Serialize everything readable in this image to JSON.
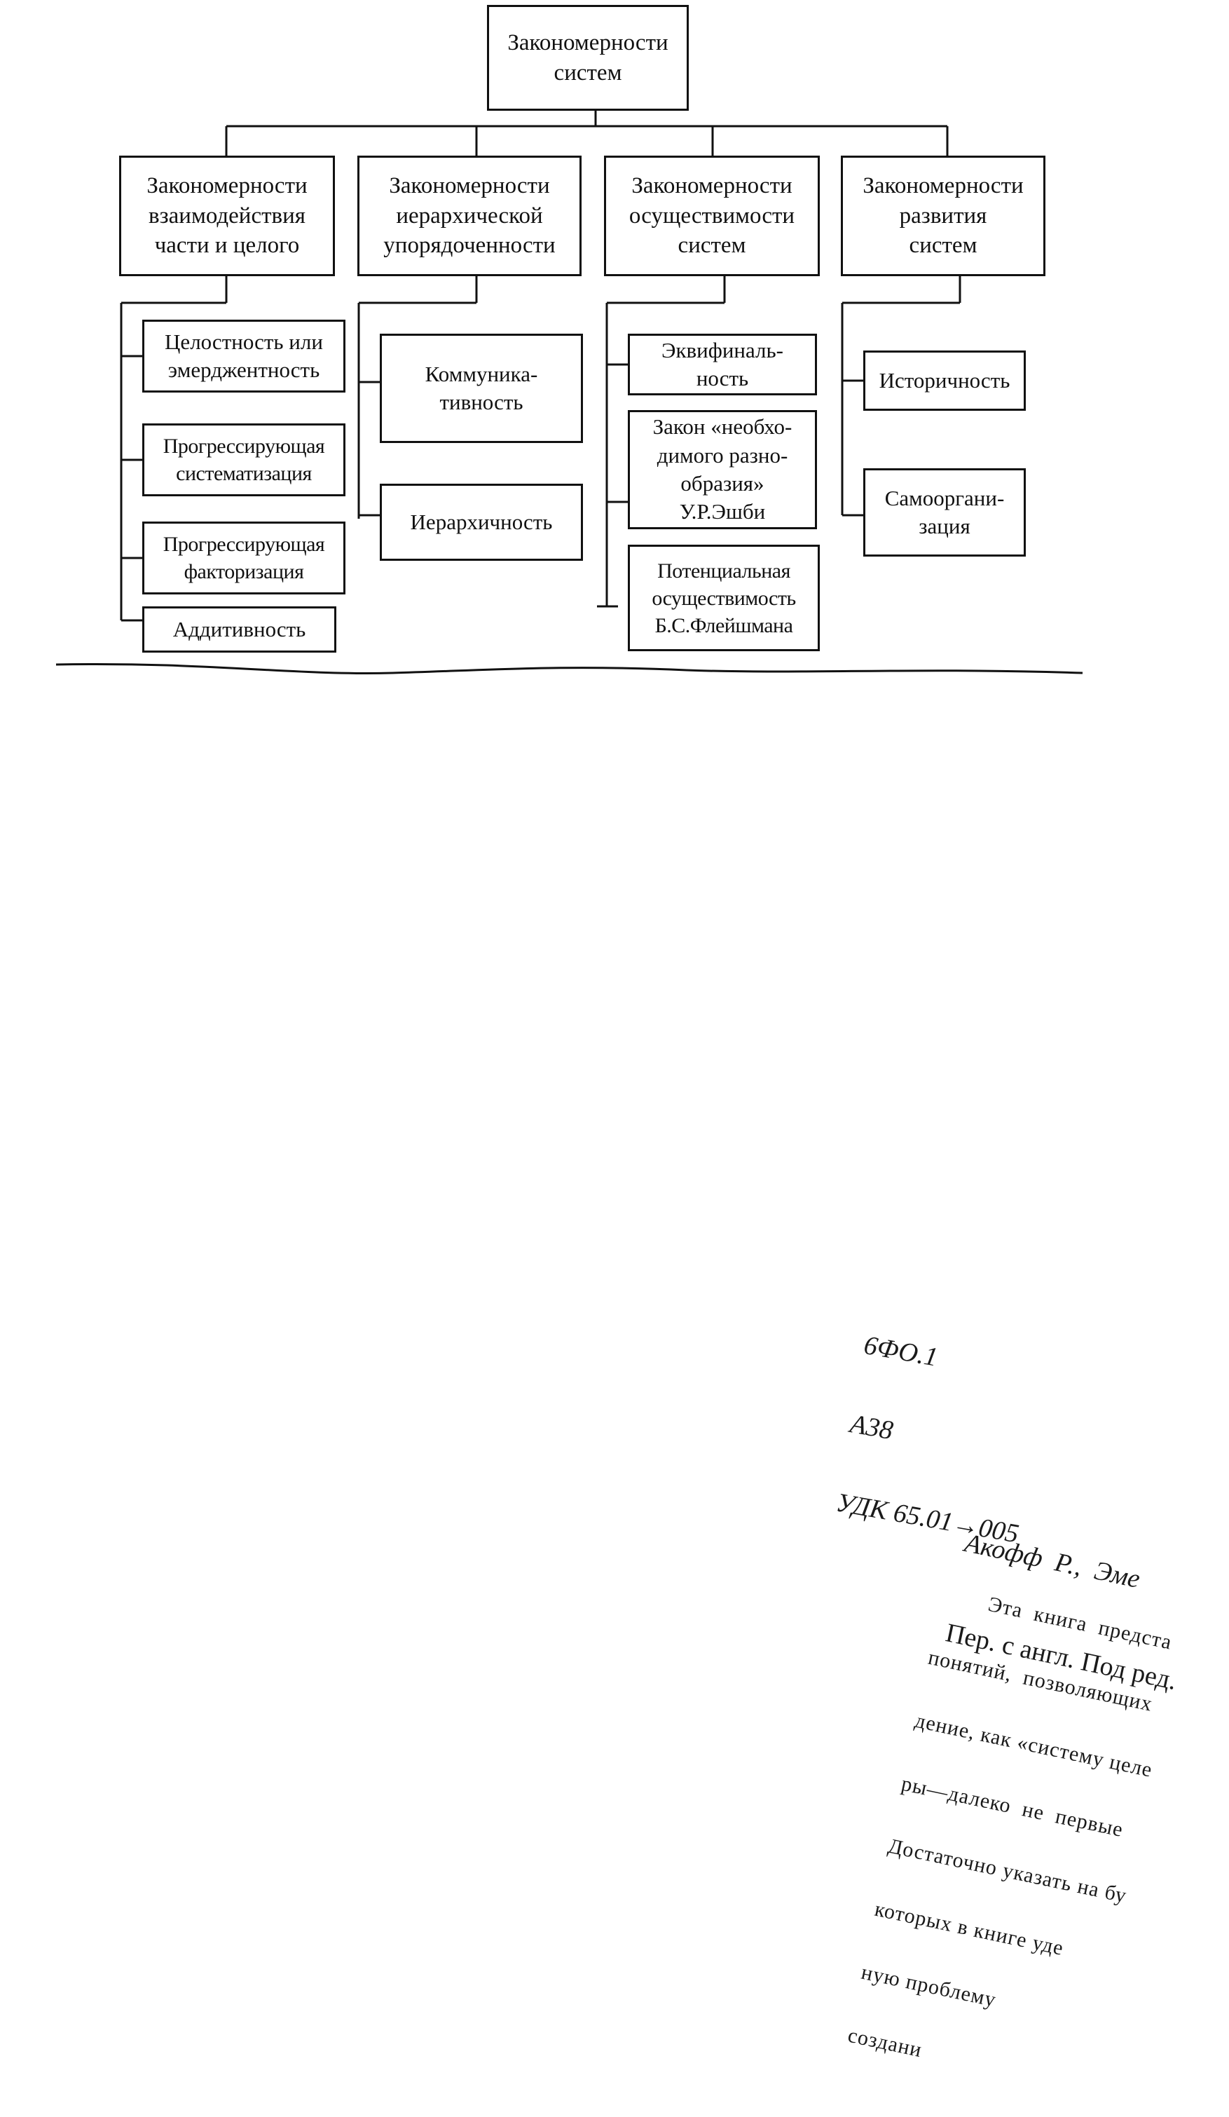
{
  "diagram": {
    "root": "Закономерности\nсистем",
    "categories": [
      {
        "title": "Закономерности\nвзаимодействия\nчасти и целого",
        "items": [
          "Целостность или\nэмерджентность",
          "Прогрессирующая\nсистематизация",
          "Прогрессирующая\nфакторизация",
          "Аддитивность"
        ]
      },
      {
        "title": "Закономерности\nиерархической\nупорядоченности",
        "items": [
          "Коммуника-\nтивность",
          "Иерархичность"
        ]
      },
      {
        "title": "Закономерности\nосуществимости\nсистем",
        "items": [
          "Эквифиналь-\nность",
          "Закон «необхо-\nдимого разно-\nобразия»\nУ.Р.Эшби",
          "Потенциальная\nосуществимость\nБ.С.Флейшмана"
        ]
      },
      {
        "title": "Закономерности\nразвития\nсистем",
        "items": [
          "Историчность",
          "Самооргани-\nзация"
        ]
      }
    ]
  },
  "scan": {
    "stamp_lines": [
      "6ФО.1",
      "А38",
      "УДК 65.01→005"
    ],
    "book_author": "Акофф  Р.,  Эме",
    "book_subtitle": "Пер. с англ. Под ред. ",
    "book_body_lines": [
      "        Эта  книга  предста",
      "понятий,  позволяющих",
      "дение, как «систему целе",
      "ры—далеко  не  первые",
      "Достаточно указать на бу",
      "которых в книге уде",
      "ную проблему",
      "создани"
    ]
  }
}
